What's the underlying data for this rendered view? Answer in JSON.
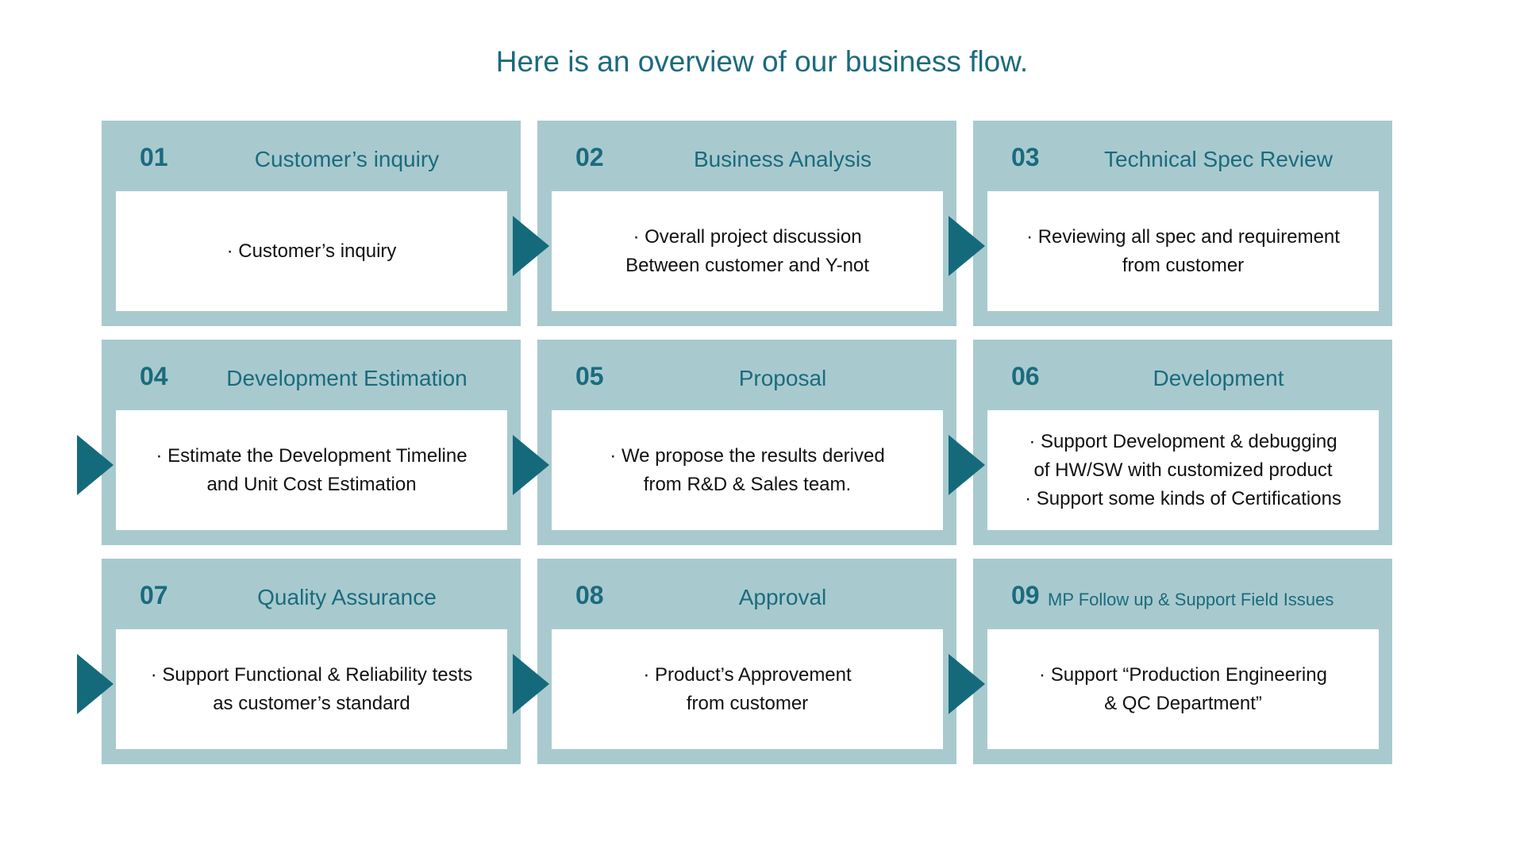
{
  "header": {
    "title": "Here is an overview of our business flow."
  },
  "steps": [
    {
      "number": "01",
      "title": "Customer’s inquiry",
      "lines": [
        "· Customer’s inquiry"
      ]
    },
    {
      "number": "02",
      "title": "Business Analysis",
      "lines": [
        "· Overall project discussion",
        "Between customer and Y-not"
      ]
    },
    {
      "number": "03",
      "title": "Technical Spec Review",
      "lines": [
        "· Reviewing all spec and requirement",
        "from customer"
      ]
    },
    {
      "number": "04",
      "title": "Development Estimation",
      "lines": [
        "· Estimate the Development Timeline",
        "and Unit Cost Estimation"
      ]
    },
    {
      "number": "05",
      "title": "Proposal",
      "lines": [
        "· We propose the results derived",
        "from R&D & Sales team."
      ]
    },
    {
      "number": "06",
      "title": "Development",
      "lines": [
        "· Support Development & debugging",
        "of HW/SW with customized product",
        "· Support some kinds of Certifications"
      ]
    },
    {
      "number": "07",
      "title": "Quality Assurance",
      "lines": [
        "· Support Functional & Reliability tests",
        "as customer’s standard"
      ]
    },
    {
      "number": "08",
      "title": "Approval",
      "lines": [
        "· Product’s Approvement",
        "from customer"
      ]
    },
    {
      "number": "09",
      "title": "MP Follow up & Support Field Issues",
      "lines": [
        "· Support “Production Engineering",
        "& QC Department”"
      ]
    }
  ],
  "colors": {
    "accent": "#1b6b7d",
    "arrow": "#146a7b",
    "card_frame": "#a8cacf",
    "card_body": "#ffffff"
  }
}
